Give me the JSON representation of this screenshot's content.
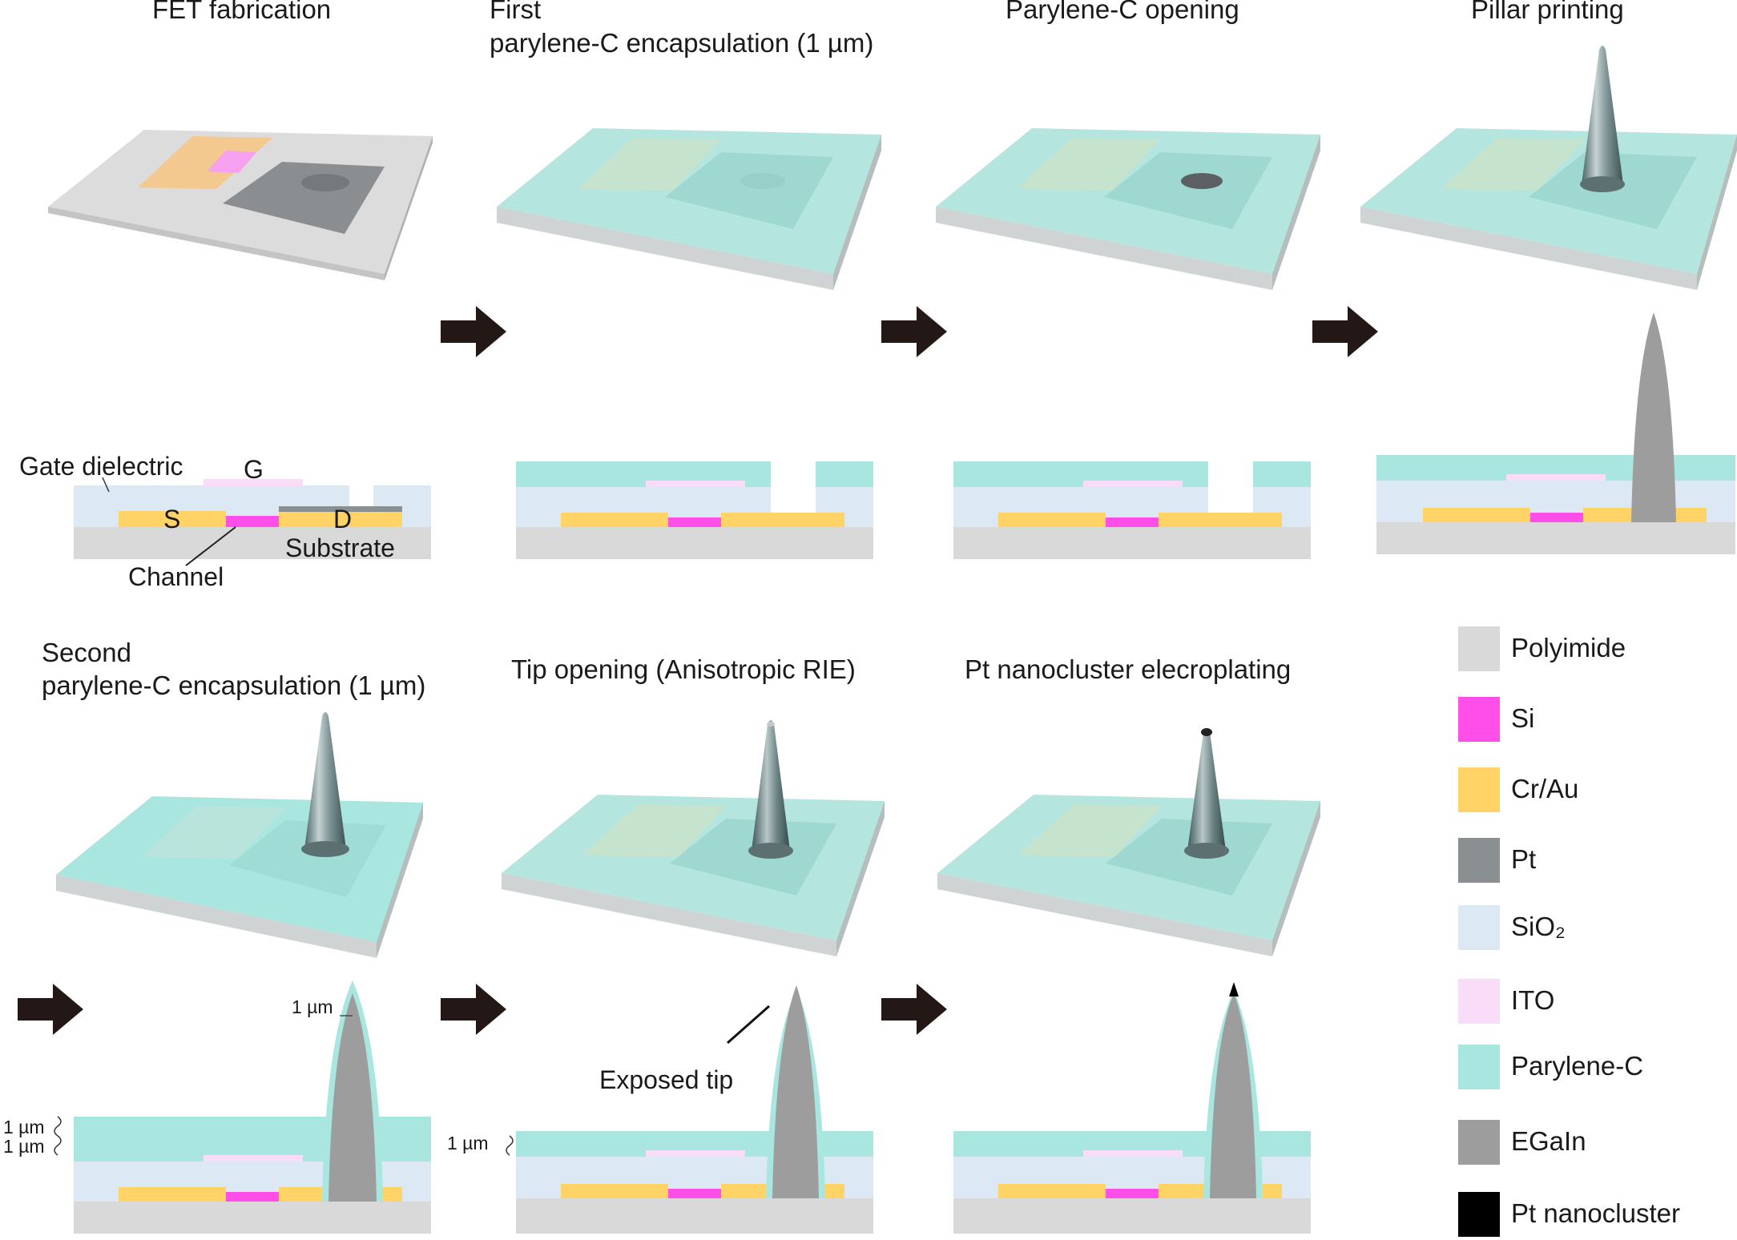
{
  "steps": [
    {
      "title": "FET fabrication"
    },
    {
      "title_line1": "First",
      "title_line2": "parylene-C encapsulation (1 µm)"
    },
    {
      "title": "Parylene-C opening"
    },
    {
      "title": "Pillar printing"
    },
    {
      "title_line1": "Second",
      "title_line2": "parylene-C encapsulation (1 µm)"
    },
    {
      "title": "Tip opening (Anisotropic RIE)"
    },
    {
      "title": "Pt nanocluster elecroplating"
    }
  ],
  "cross_section_labels": {
    "gate_dielectric": "Gate dielectric",
    "gate": "G",
    "source": "S",
    "drain": "D",
    "substrate": "Substrate",
    "channel": "Channel"
  },
  "thickness_labels": {
    "tip": "1 µm",
    "layer_top": "1 µm",
    "layer_bottom": "1 µm",
    "single": "1 µm"
  },
  "exposed_tip": "Exposed tip",
  "legend": [
    {
      "label": "Polyimide",
      "color": "#d9d9d9"
    },
    {
      "label": "Si",
      "color": "#ff4fe8"
    },
    {
      "label": "Cr/Au",
      "color": "#ffd366"
    },
    {
      "label": "Pt",
      "color": "#8a9092"
    },
    {
      "label": "SiO₂",
      "color": "#dde8f5"
    },
    {
      "label": "ITO",
      "color": "#f9dcf7"
    },
    {
      "label": "Parylene-C",
      "color": "#a8e6df"
    },
    {
      "label": "EGaIn",
      "color": "#9d9d9d"
    },
    {
      "label": "Pt nanocluster",
      "color": "#000000"
    }
  ]
}
